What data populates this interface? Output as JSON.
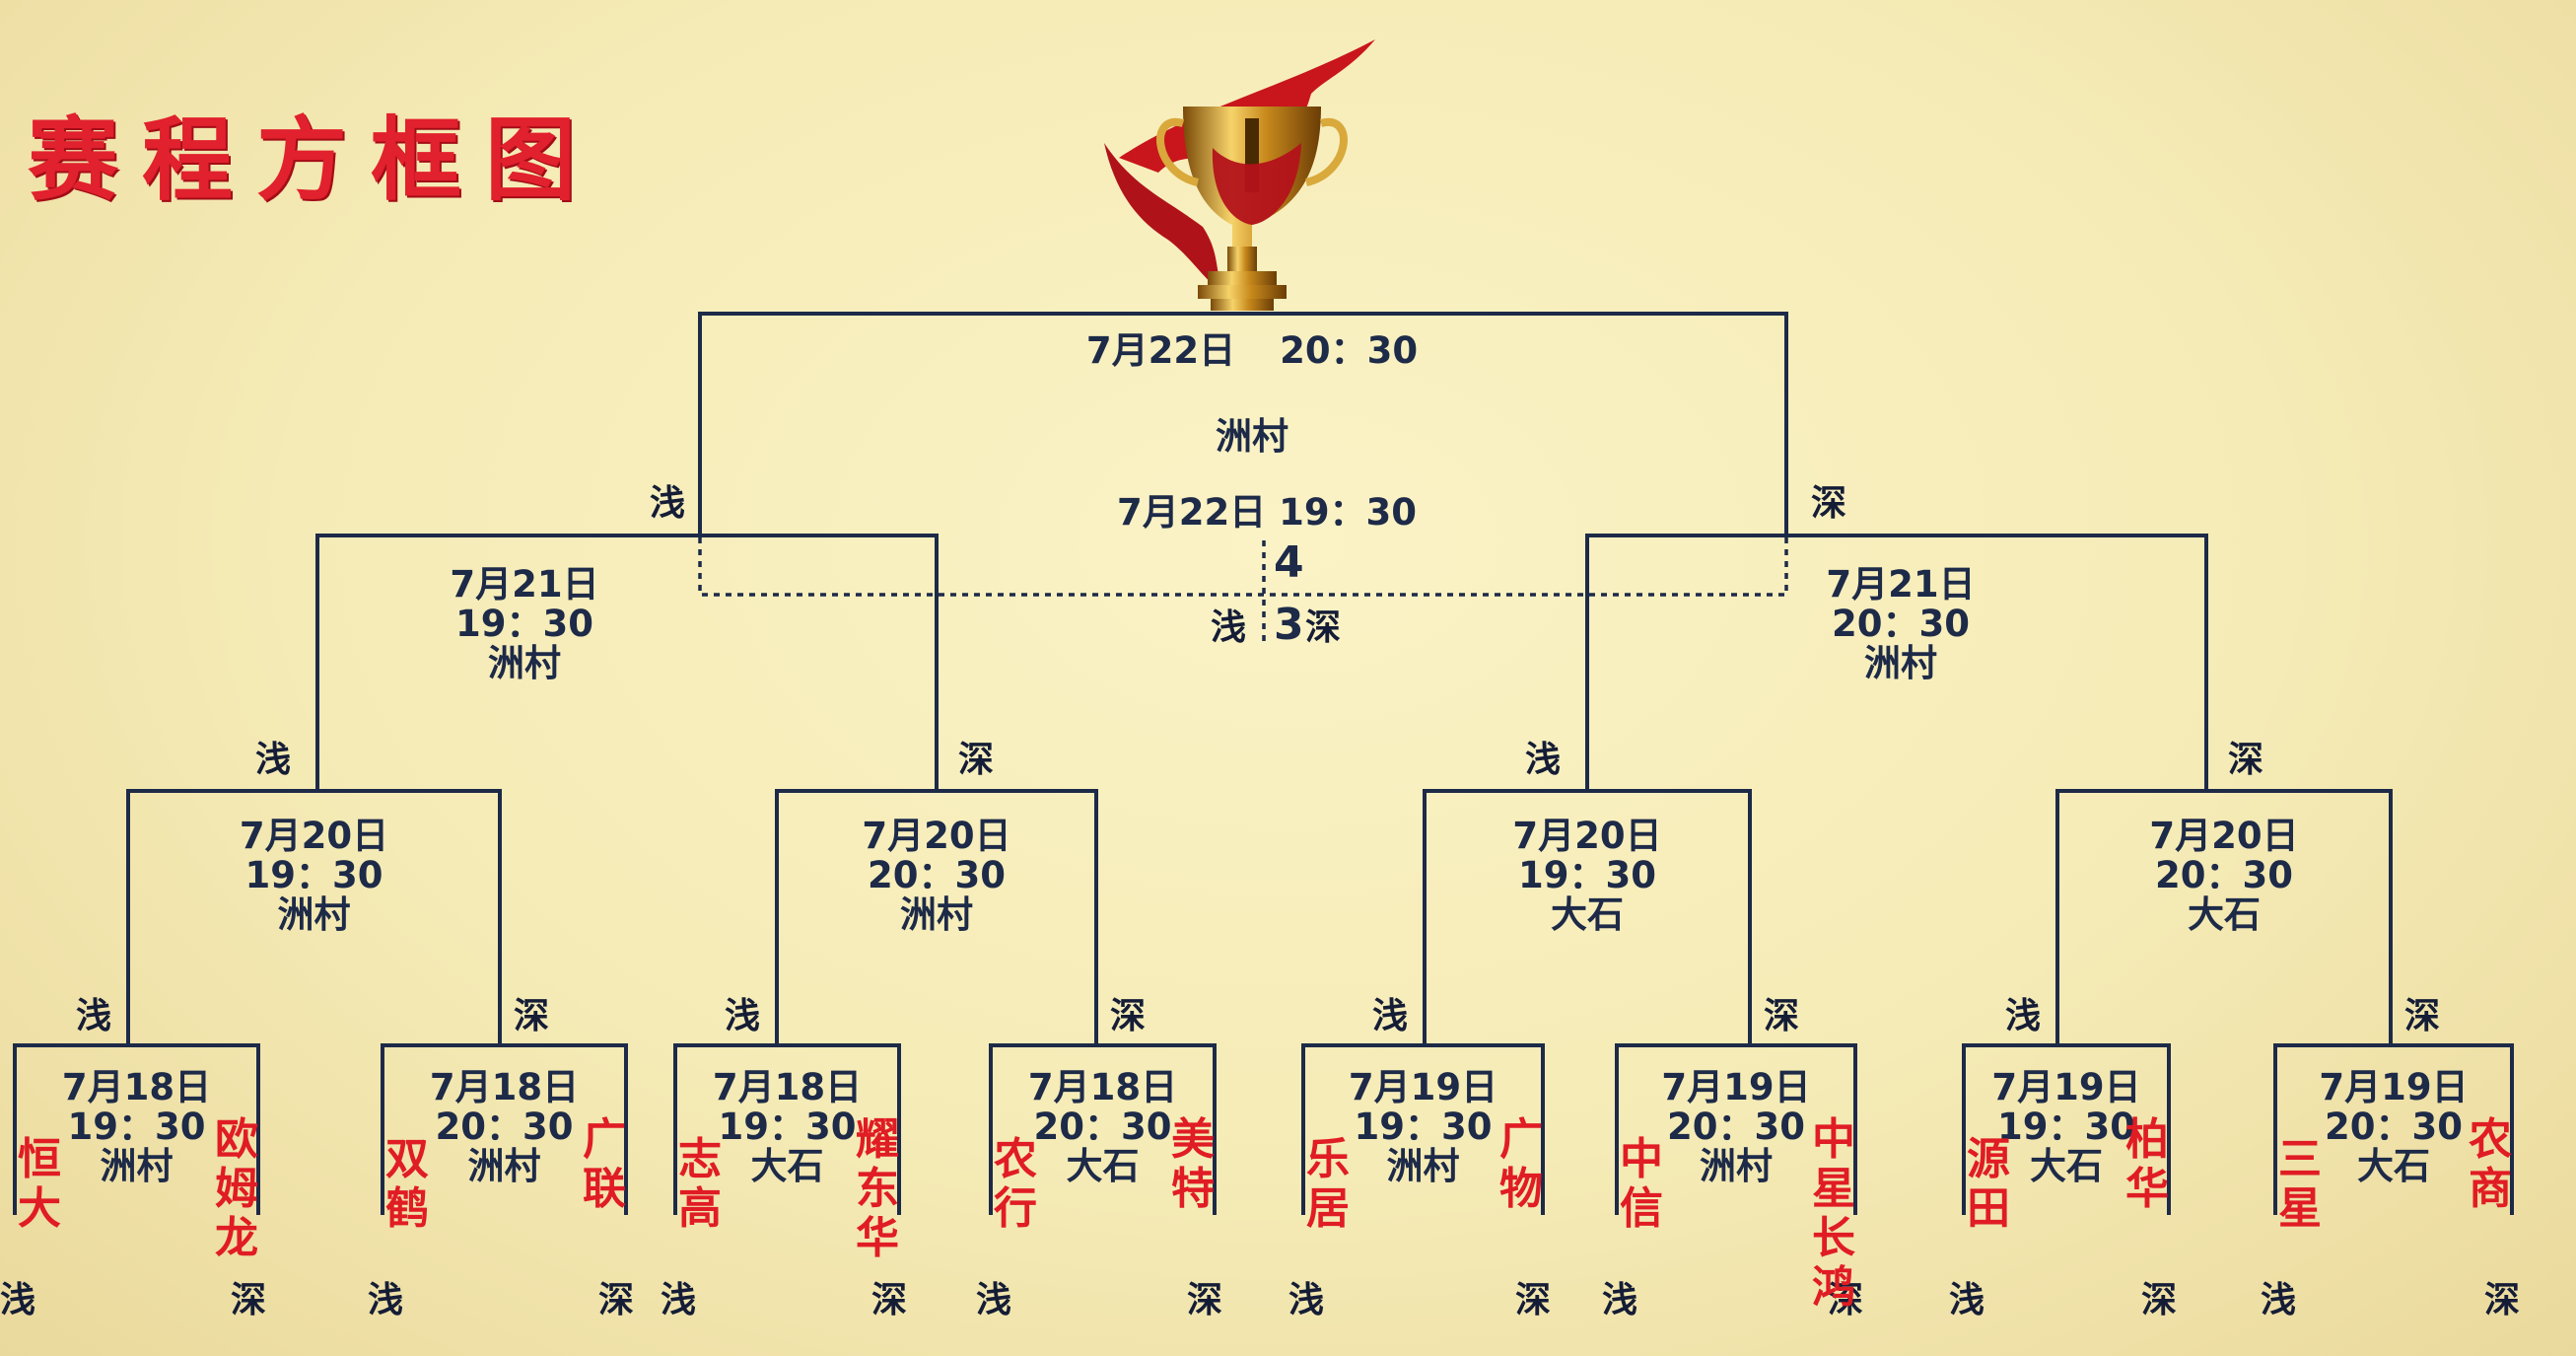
{
  "title": "赛程方框图",
  "sides": {
    "left": "浅",
    "right": "深"
  },
  "final": {
    "date": "7月22日",
    "time": "20：30",
    "venue": "洲村"
  },
  "third_place": {
    "datetime": "7月22日 19：30",
    "score_top": "4",
    "score_bottom": "3"
  },
  "semifinals": [
    {
      "date": "7月21日",
      "time": "19：30",
      "venue": "洲村"
    },
    {
      "date": "7月21日",
      "time": "20：30",
      "venue": "洲村"
    }
  ],
  "quarterfinals": [
    {
      "date": "7月20日",
      "time": "19：30",
      "venue": "洲村"
    },
    {
      "date": "7月20日",
      "time": "20：30",
      "venue": "洲村"
    },
    {
      "date": "7月20日",
      "time": "19：30",
      "venue": "大石"
    },
    {
      "date": "7月20日",
      "time": "20：30",
      "venue": "大石"
    }
  ],
  "round1": [
    {
      "date": "7月18日",
      "time": "19：30",
      "venue": "洲村",
      "left_team": "恒大",
      "right_team": "欧姆龙"
    },
    {
      "date": "7月18日",
      "time": "20：30",
      "venue": "洲村",
      "left_team": "双鹤",
      "right_team": "广联"
    },
    {
      "date": "7月18日",
      "time": "19：30",
      "venue": "大石",
      "left_team": "志高",
      "right_team": "耀东华"
    },
    {
      "date": "7月18日",
      "time": "20：30",
      "venue": "大石",
      "left_team": "农行",
      "right_team": "美特"
    },
    {
      "date": "7月19日",
      "time": "19：30",
      "venue": "洲村",
      "left_team": "乐居",
      "right_team": "广物"
    },
    {
      "date": "7月19日",
      "time": "20：30",
      "venue": "洲村",
      "left_team": "中信",
      "right_team": "中星长鸿"
    },
    {
      "date": "7月19日",
      "time": "19：30",
      "venue": "大石",
      "left_team": "源田",
      "right_team": "柏华"
    },
    {
      "date": "7月19日",
      "time": "20：30",
      "venue": "大石",
      "left_team": "三星",
      "right_team": "农商"
    }
  ],
  "colors": {
    "line": "#1d2a48",
    "team": "#e01c24",
    "title": "#e1212d",
    "background": "#f7eec0"
  },
  "icons": {
    "trophy": "trophy-icon"
  }
}
